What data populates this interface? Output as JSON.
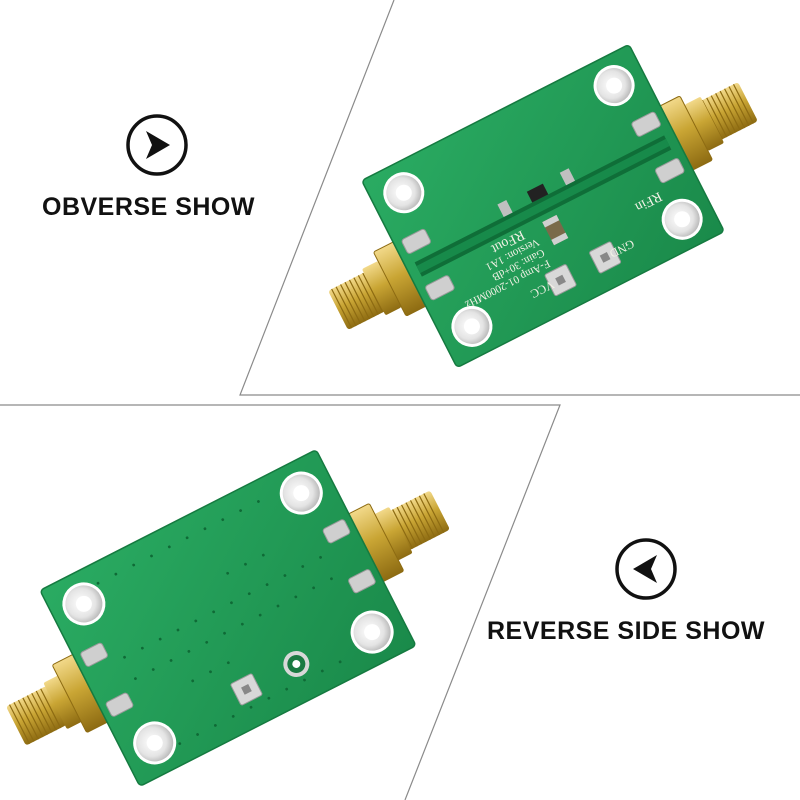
{
  "labels": {
    "obverse": "OBVERSE SHOW",
    "reverse": "REVERSE SIDE SHOW"
  },
  "icons": {
    "obverse": "chevron-right-circle-icon",
    "reverse": "chevron-left-circle-icon"
  },
  "board_markings": {
    "rfin": "RFin",
    "rfout": "RFout",
    "gnd": "GND",
    "vcc": "VCC",
    "name": "F-Amp 01-2000MHz",
    "gain": "Gain: 30+dB",
    "version": "Version: 1A1"
  },
  "colors": {
    "pcb": "#1f9a55",
    "gold": "#c9a534",
    "pad": "#c8c8c8",
    "line": "#8a8a8a"
  }
}
